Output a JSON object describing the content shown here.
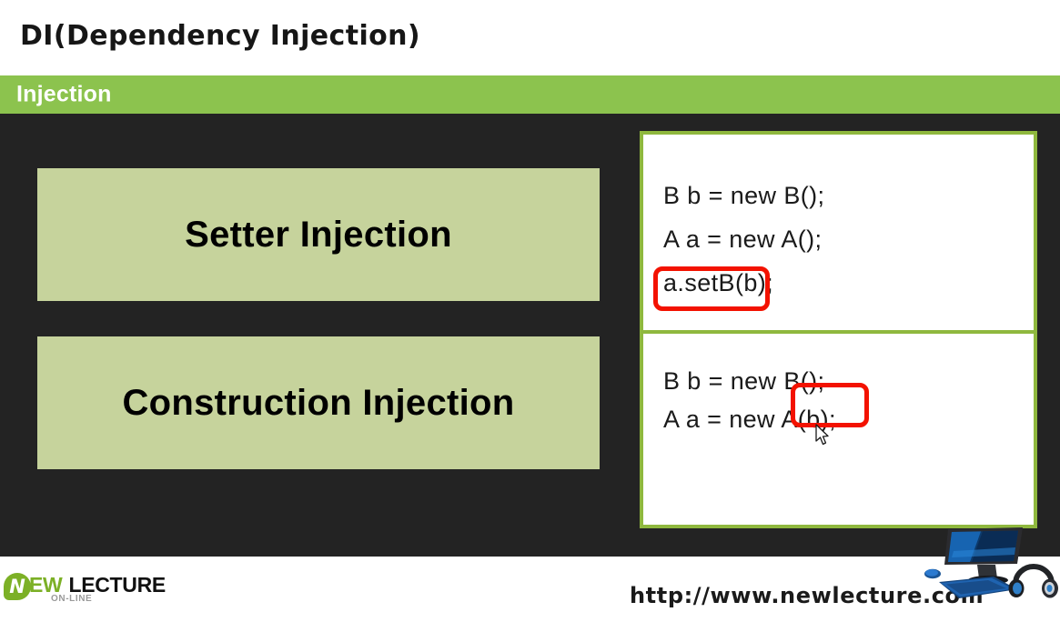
{
  "slide": {
    "title": "DI(Dependency Injection)",
    "section_banner": "Injection",
    "colors": {
      "banner_green": "#8CC34E",
      "box_pale_green": "#C6D39C",
      "card_border_green": "#8FB83E",
      "stage_dark": "#232323",
      "highlight_red": "#F31200",
      "logo_green": "#7CB026"
    }
  },
  "concepts": [
    {
      "label": "Setter Injection"
    },
    {
      "label": "Construction Injection"
    }
  ],
  "code_panes": [
    {
      "name": "setter-injection-code",
      "lines": [
        "B b = new B();",
        "A a = new A();",
        "a.setB(b);"
      ],
      "highlighted_line": "a.setB(b);"
    },
    {
      "name": "construction-injection-code",
      "lines": [
        "B b = new B();",
        "A a = new A(b);"
      ],
      "highlighted_fragment": "A(b);",
      "line2_prefix": "A a = new ",
      "line2_highlight": "A(b);"
    }
  ],
  "footer": {
    "logo": {
      "bubble_letter": "N",
      "word_green": "EW",
      "word_black": "LECTURE",
      "sub": "ON-LINE"
    },
    "url": "http://www.newlecture.com"
  }
}
